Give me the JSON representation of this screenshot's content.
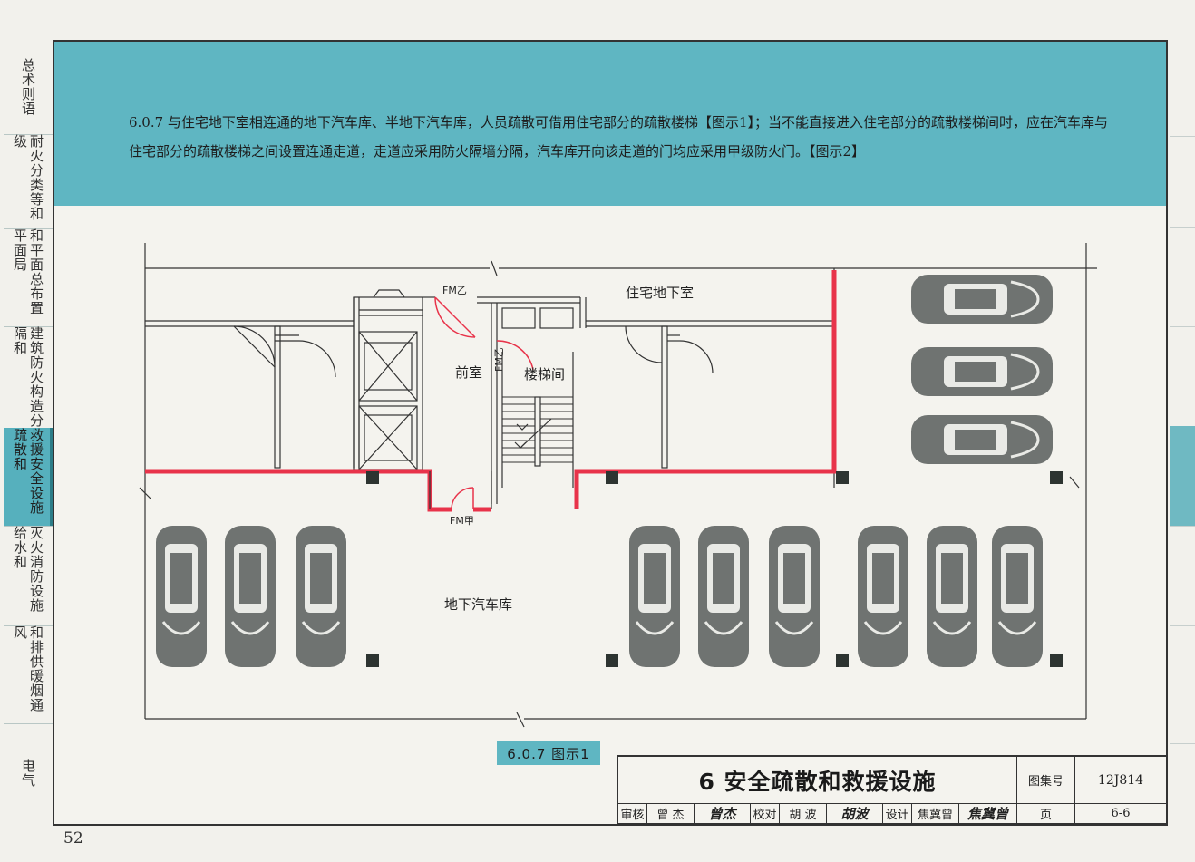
{
  "left_tabs": [
    {
      "label": "总术则语",
      "active": false
    },
    {
      "label": "耐火分类等和级",
      "active": false
    },
    {
      "label": "和平面总布置平面局",
      "active": false
    },
    {
      "label": "建筑防火构造分隔和",
      "active": false
    },
    {
      "label": "救援安全设施疏散和",
      "active": true
    },
    {
      "label": "灭火消防设施给水和",
      "active": false
    },
    {
      "label": "和排供暖烟通风",
      "active": false
    },
    {
      "label": "电气",
      "active": false
    }
  ],
  "section": {
    "paragraph": "6.0.7 与住宅地下室相连通的地下汽车库、半地下汽车库，人员疏散可借用住宅部分的疏散楼梯【图示1】；当不能直接进入住宅部分的疏散楼梯间时，应在汽车库与住宅部分的疏散楼梯之间设置连通走道，走道应采用防火隔墙分隔，汽车库开向该走道的门均应采用甲级防火门。【图示2】"
  },
  "drawing": {
    "labels": {
      "residential_basement": "住宅地下室",
      "front_room": "前室",
      "stairwell": "楼梯间",
      "garage": "地下汽车库",
      "door_fm_yi_top": "FM乙",
      "door_fm_yi_stair": "FM乙",
      "door_fm_jia": "FM甲"
    },
    "colors": {
      "fire_wall": "#e8334a",
      "car_body": "#6f7371",
      "car_window": "#e9eae6",
      "column": "#2d3431"
    }
  },
  "caption": "6.0.7 图示1",
  "title_block": {
    "title": "6 安全疏散和救援设施",
    "atlas_label": "图集号",
    "atlas_no": "12J814",
    "page_label": "页",
    "page_no": "6-6",
    "review_label": "审核",
    "review_name": "曾 杰",
    "review_sig": "曾杰",
    "check_label": "校对",
    "check_name": "胡 波",
    "check_sig": "胡波",
    "design_label": "设计",
    "design_name": "焦冀曾",
    "design_sig": "焦冀曾"
  },
  "page_number": "52"
}
